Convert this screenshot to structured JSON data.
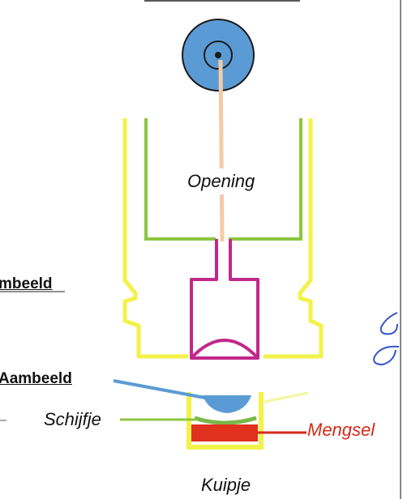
{
  "labels": {
    "opening": "Opening",
    "ambeeld_partial": "mbeeld",
    "aambeeld": "Aambeeld",
    "schijfje": "Schijfje",
    "mengsel": "Mengsel",
    "kuipje": "Kuipje"
  },
  "colors": {
    "housing_outer": "#f2f24a",
    "housing_inner": "#8cc63f",
    "plunger": "#c2288a",
    "anvil": "#5b9bd5",
    "mixture": "#e0301e",
    "mengsel_text": "#d42a1a",
    "disc": "#7ab648",
    "opening_line": "#f5cba7",
    "handwriting": "#3355cc"
  },
  "icons": {
    "opening_top": "opening-disc-icon",
    "handwriting": "handwritten-symbol-icon"
  }
}
